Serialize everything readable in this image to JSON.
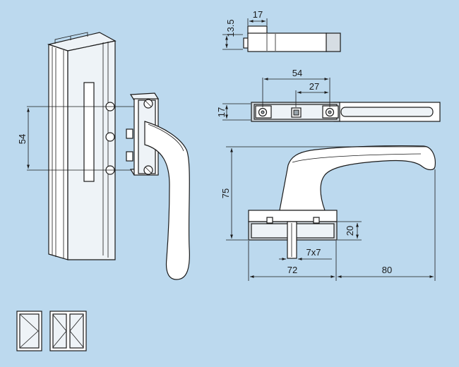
{
  "dimensions": {
    "top_view_width": "17",
    "top_view_height": "13.5",
    "hole_spacing_top": "54",
    "hole_offset": "27",
    "base_height": "17",
    "frame_hole_spacing": "54",
    "handle_height": "75",
    "base_thickness": "20",
    "spindle_size": "7x7",
    "base_width": "72",
    "lever_length": "80"
  },
  "icons": [
    "single-casement-window-icon",
    "double-casement-window-icon"
  ]
}
